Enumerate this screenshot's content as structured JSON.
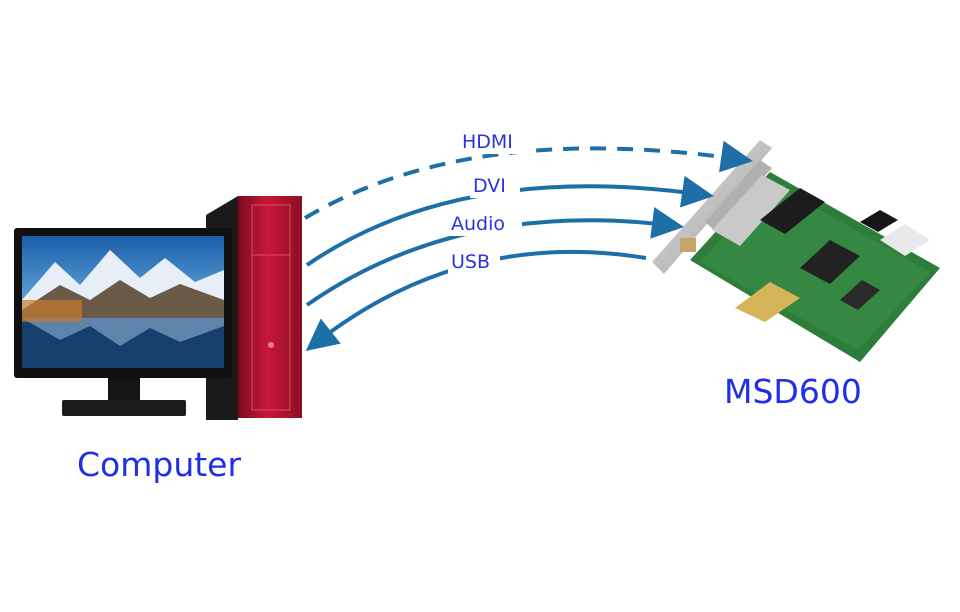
{
  "devices": {
    "computer": {
      "label": "Computer"
    },
    "card": {
      "label": "MSD600"
    }
  },
  "connections": [
    {
      "label": "HDMI",
      "direction": "to-card",
      "style": "dashed"
    },
    {
      "label": "DVI",
      "direction": "to-card",
      "style": "solid"
    },
    {
      "label": "Audio",
      "direction": "to-card",
      "style": "solid"
    },
    {
      "label": "USB",
      "direction": "to-computer",
      "style": "solid"
    }
  ],
  "colors": {
    "arrow": "#1e6fa8",
    "label_text": "#2a33e0",
    "tower": "#b3122e",
    "pcb": "#2e7d3a"
  }
}
